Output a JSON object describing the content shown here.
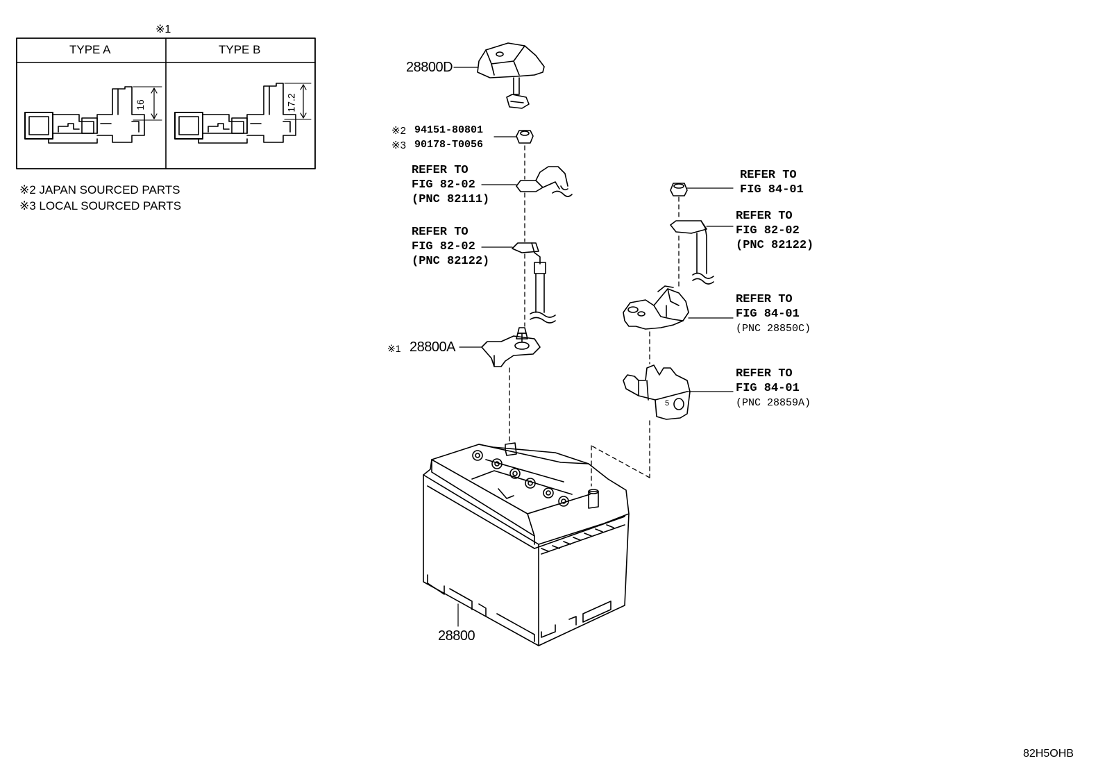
{
  "legend_box": {
    "marker": "※1",
    "type_a": "TYPE A",
    "type_b": "TYPE B",
    "dim_a": "16",
    "dim_b": "17.2"
  },
  "notes": [
    "※2 JAPAN SOURCED PARTS",
    "※3 LOCAL SOURCED PARTS"
  ],
  "parts": {
    "cover": "28800D",
    "nut_japan_marker": "※2",
    "nut_japan": "94151-80801",
    "nut_local_marker": "※3",
    "nut_local": "90178-T0056",
    "terminal_marker": "※1",
    "terminal": "28800A",
    "battery": "28800"
  },
  "refs": {
    "ref1": [
      "REFER TO",
      "FIG 82-02",
      "(PNC 82111)"
    ],
    "ref2": [
      "REFER TO",
      "FIG 82-02",
      "(PNC 82122)"
    ],
    "ref3": [
      "REFER TO",
      "FIG 84-01"
    ],
    "ref4": [
      "REFER TO",
      "FIG 82-02",
      "(PNC 82122)"
    ],
    "ref5": [
      "REFER TO",
      "FIG 84-01",
      "(PNC 28850C)"
    ],
    "ref6": [
      "REFER TO",
      "FIG 84-01",
      "(PNC 28859A)"
    ]
  },
  "clamp_mark": "5",
  "figure_code": "82H5OHB"
}
